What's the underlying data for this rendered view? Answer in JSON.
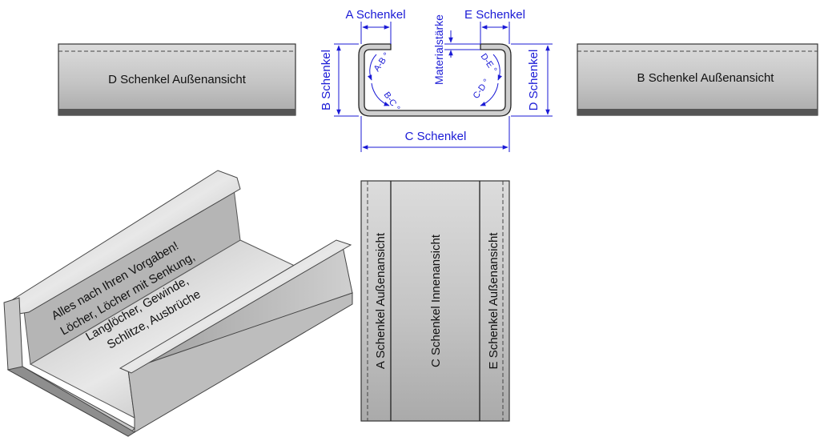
{
  "colors": {
    "dimension": "#1a1ad6",
    "metal_light": "#d6d6d6",
    "metal_dark": "#8c8c8c",
    "edge": "#333333"
  },
  "dimensions": {
    "a_leg": "A Schenkel",
    "e_leg": "E Schenkel",
    "material_thickness": "Materialstärke",
    "b_leg": "B Schenkel",
    "d_leg": "D Schenkel",
    "c_leg": "C Schenkel",
    "angle_ab": "A-B °",
    "angle_bc": "B-C °",
    "angle_de": "D-E °",
    "angle_cd": "C-D °"
  },
  "views": {
    "d_outside": "D Schenkel Außenansicht",
    "b_outside": "B Schenkel Außenansicht",
    "a_outside": "A Schenkel Außenansicht",
    "c_inside": "C Schenkel Innenansicht",
    "e_outside": "E Schenkel Außenansicht"
  },
  "iso_note": {
    "line1": "Alles nach Ihren Vorgaben!",
    "line2": "Löcher, Löcher mit Senkung,",
    "line3": "Langlöcher, Gewinde,",
    "line4": "Schlitze, Ausbrüche"
  }
}
